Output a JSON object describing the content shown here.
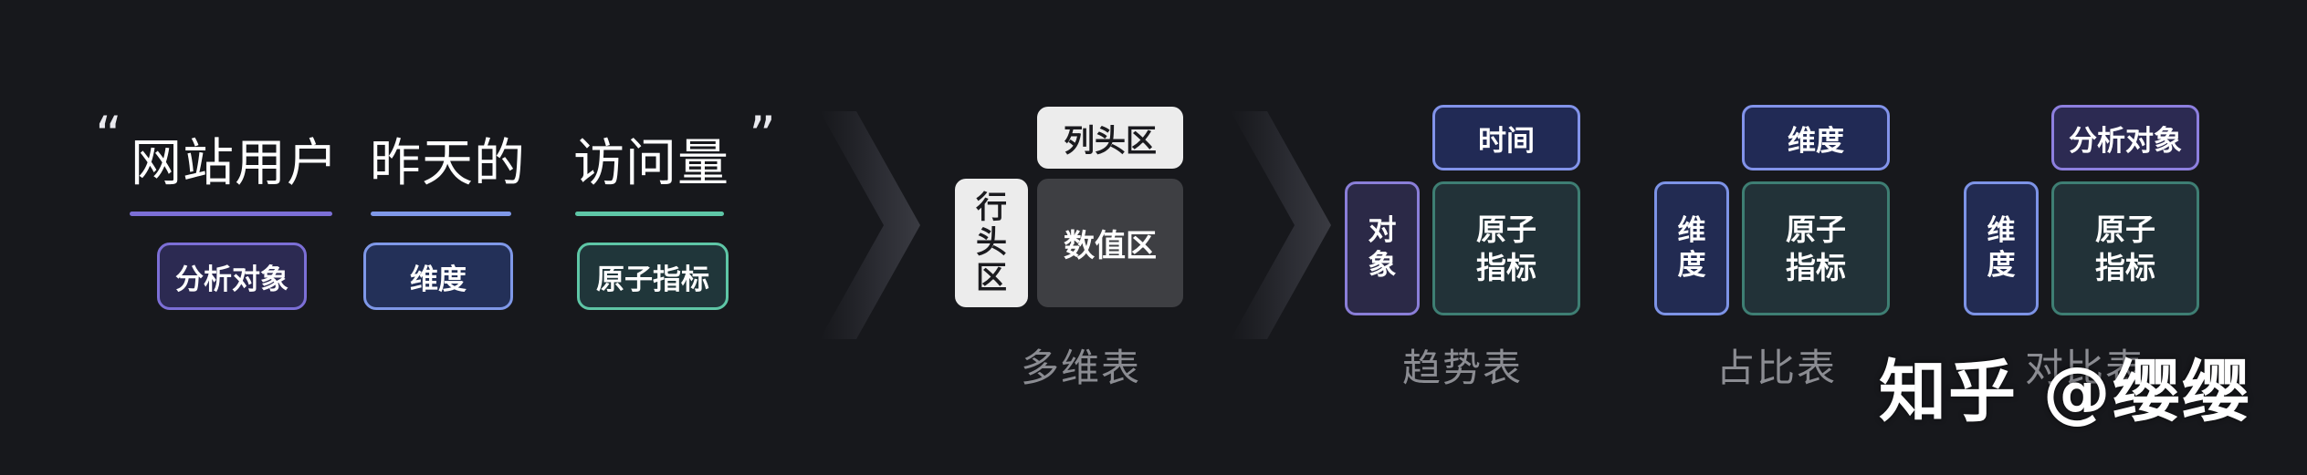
{
  "sentence": {
    "open_quote": "“",
    "close_quote": "”",
    "words": [
      {
        "text": "网站用户",
        "tag": "分析对象",
        "color": "#7c6fd6"
      },
      {
        "text": "昨天的",
        "tag": "维度",
        "color": "#7f98e8"
      },
      {
        "text": "访问量",
        "tag": "原子指标",
        "color": "#5ec6a6"
      }
    ]
  },
  "multi_dim_table": {
    "column_header": "列头区",
    "row_header": "行头区",
    "values": "数值区",
    "caption": "多维表"
  },
  "charts": [
    {
      "caption": "趋势表",
      "top": "时间",
      "side": "对象",
      "main": [
        "原子",
        "指标"
      ]
    },
    {
      "caption": "占比表",
      "top": "维度",
      "side": "维度",
      "main": [
        "原子",
        "指标"
      ]
    },
    {
      "caption": "对比表",
      "top": "分析对象",
      "side": "维度",
      "main": [
        "原子",
        "指标"
      ]
    }
  ],
  "watermark": "知乎 @缨缨"
}
